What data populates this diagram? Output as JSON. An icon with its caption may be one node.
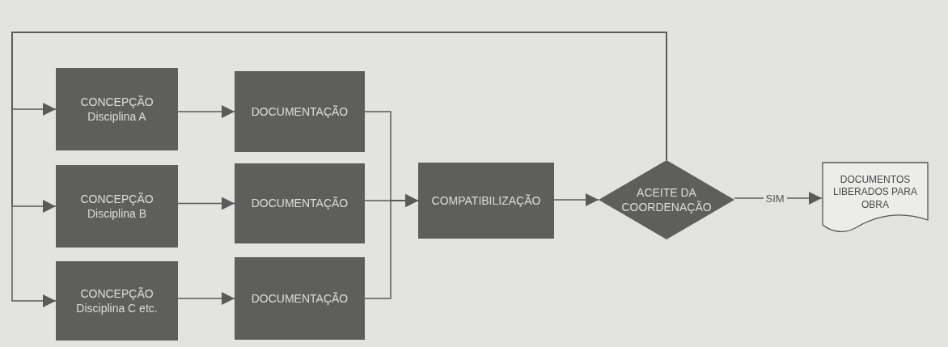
{
  "diagram": {
    "nodes": [
      {
        "text": [
          "CONCEPÇÃO Disciplina A"
        ]
      },
      {
        "text": [
          "CONCEPÇÃO Disciplina B"
        ]
      },
      {
        "text": [
          "CONCEPÇÃO Disciplina C etc."
        ]
      },
      {
        "text": [
          "DOCUMENTAÇÃO"
        ]
      },
      {
        "text": [
          "DOCUMENTAÇÃO"
        ]
      },
      {
        "text": [
          "DOCUMENTAÇÃO"
        ]
      },
      {
        "text": [
          "COMPATIBILIZAÇÃO"
        ]
      },
      {
        "text": [
          "ACEITE DA COORDENAÇÃO"
        ]
      },
      {
        "text": [
          "DOCUMENTOS LIBERADOS PARA OBRA"
        ]
      }
    ],
    "edges": [
      {
        "from": 7,
        "to": 0,
        "arrow": "to"
      },
      {
        "from": 7,
        "to": 1,
        "arrow": "to"
      },
      {
        "from": 7,
        "to": 2,
        "arrow": "to"
      },
      {
        "from": 0,
        "to": 3,
        "arrow": "to"
      },
      {
        "from": 1,
        "to": 4,
        "arrow": "to"
      },
      {
        "from": 2,
        "to": 5,
        "arrow": "to"
      },
      {
        "from": 3,
        "to": 6,
        "arrow": "to"
      },
      {
        "from": 4,
        "to": 6,
        "arrow": "to"
      },
      {
        "from": 5,
        "to": 6,
        "arrow": "to"
      },
      {
        "from": 6,
        "to": 7,
        "arrow": "to"
      },
      {
        "from": 7,
        "to": 8,
        "arrow": "to",
        "label": "SIM"
      }
    ]
  }
}
